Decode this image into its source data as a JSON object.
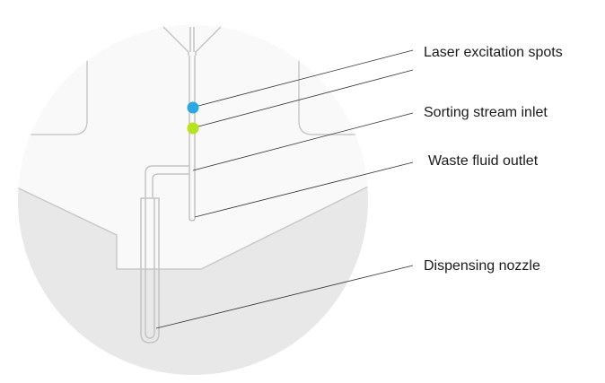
{
  "labels": {
    "laser_spots": "Laser excitation spots",
    "sorting_inlet": "Sorting stream inlet",
    "waste_outlet": "Waste fluid outlet",
    "nozzle": "Dispensing nozzle"
  },
  "colors": {
    "background": "#ffffff",
    "circle_fill": "#f1f1f1",
    "chip_top": "#f9f9f9",
    "chip_bottom": "#e8e8e8",
    "channel_stroke": "#c4c4c4",
    "leader_line": "#333333",
    "laser_spot_blue": "#29a9e1",
    "laser_spot_green": "#b6e41a"
  }
}
